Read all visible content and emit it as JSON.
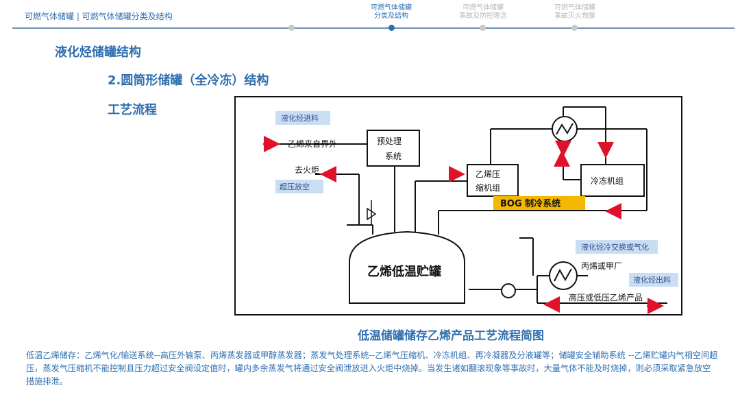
{
  "header": {
    "breadcrumb": "可燃气体储罐 | 可燃气体储罐分类及结构",
    "steps": [
      {
        "label": "可燃气体储罐\n分类及结构"
      },
      {
        "label": "可燃气体储罐\n事故及防控理念"
      },
      {
        "label": "可燃气体储罐\n事故灭火救援"
      }
    ]
  },
  "headings": {
    "h1": "液化烃储罐结构",
    "h2": "2.圆筒形储罐（全冷冻）结构",
    "h3": "工艺流程"
  },
  "diagram": {
    "labels": {
      "feed": "液化烃进料",
      "overpressure": "超压放空",
      "bog": "BOG 制冷系统",
      "exchange": "液化烃冷交换或气化",
      "outlet": "液化烃出料"
    },
    "handwritten": {
      "ethylene_source": "乙烯来自界外",
      "pretreat_1": "预处理",
      "pretreat_2": "系统",
      "flare": "去火炬",
      "compressor_1": "乙烯压",
      "compressor_2": "缩机组",
      "refrigeration": "冷冻机组",
      "tank": "乙烯低温贮罐",
      "propylene": "丙烯或甲厂",
      "product": "高压或低压乙烯产品"
    },
    "colors": {
      "accent": "#2f6fb0",
      "label_bg": "#c9def3",
      "bog_bg": "#f5b800",
      "arrow": "#e0112a"
    }
  },
  "caption": "低温储罐储存乙烯产品工艺流程简图",
  "description": "低温乙烯储存：乙烯气化/输送系统--高压外输泵、丙烯蒸发器或甲醇蒸发器；蒸发气处理系统--乙烯气压缩机、冷冻机组、再冷凝器及分液罐等；储罐安全辅助系统 --乙烯贮罐内气相空间超压，蒸发气压缩机不能控制且压力超过安全阀设定值时，罐内多余蒸发气将通过安全阀泄放进入火炬中烧掉。当发生诸如翻滚现象等事故时，大量气体不能及时烧掉，则必须采取紧急放空措施排泄。"
}
